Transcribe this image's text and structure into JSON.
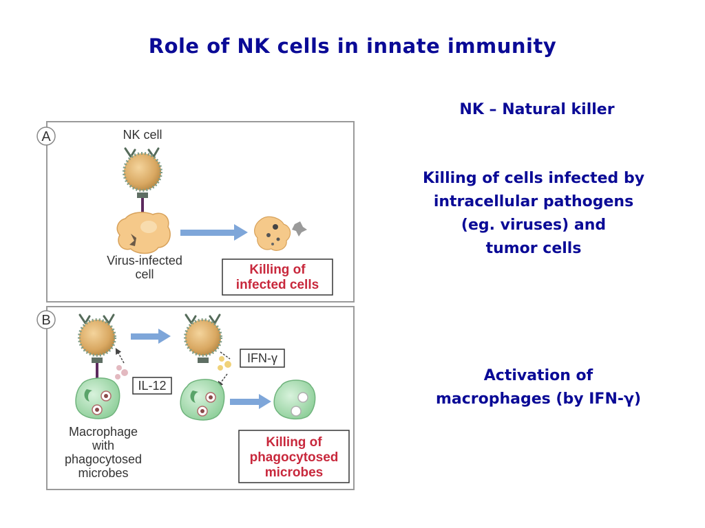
{
  "title": "Role of NK cells in innate immunity",
  "right_panel": {
    "definition": "NK – Natural killer",
    "killing_lines": [
      "Killing of cells infected by",
      "intracellular pathogens",
      "(eg. viruses) and",
      "tumor cells"
    ],
    "activation_lines": [
      "Activation of",
      "macrophages (by IFN-γ)"
    ]
  },
  "figure": {
    "panel_a": {
      "letter": "A",
      "nk_cell_label": "NK cell",
      "infected_cell_label": [
        "Virus-infected",
        "cell"
      ],
      "result_box": [
        "Killing of",
        "infected cells"
      ]
    },
    "panel_b": {
      "letter": "B",
      "il12_label": "IL-12",
      "ifn_label": "IFN-γ",
      "macrophage_label": [
        "Macrophage",
        "with",
        "phagocytosed",
        "microbes"
      ],
      "result_box": [
        "Killing of",
        "phagocytosed",
        "microbes"
      ]
    }
  },
  "colors": {
    "title_text": "#0a0a96",
    "nk_cell": "#d9a862",
    "infected_cell": "#f5c98a",
    "macrophage": "#a8dcb0",
    "arrow": "#7ea6d9",
    "result_text": "#c8283c",
    "cytokine": "#e3b9c0"
  }
}
